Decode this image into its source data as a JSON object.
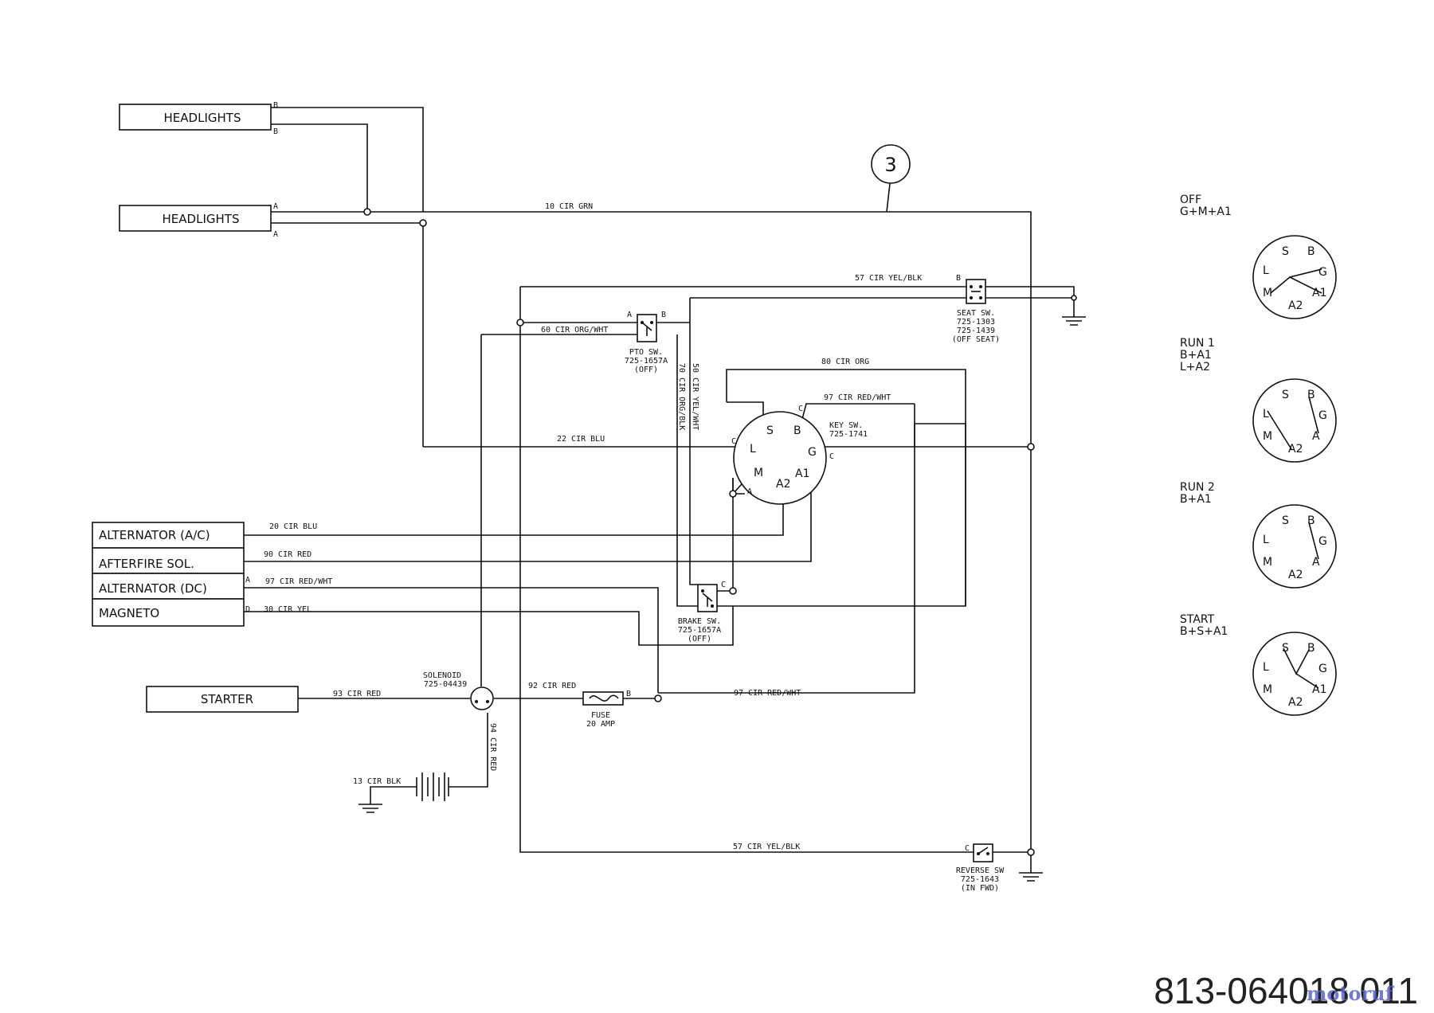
{
  "components": {
    "headlights_top": "HEADLIGHTS",
    "headlights_bottom": "HEADLIGHTS",
    "alternator_ac": "ALTERNATOR (A/C)",
    "afterfire_sol": "AFTERFIRE SOL.",
    "alternator_dc": "ALTERNATOR (DC)",
    "magneto": "MAGNETO",
    "starter": "STARTER"
  },
  "callout": "3",
  "wires": {
    "w10": "10 CIR GRN",
    "w57_top": "57 CIR YEL/BLK",
    "w60": "60 CIR ORG/WHT",
    "w80": "80 CIR ORG",
    "w97_key": "97 CIR RED/WHT",
    "w22": "22 CIR BLU",
    "w70": "70 CIR ORG/BLK",
    "w50": "50 CIR YEL/WHT",
    "w20": "20 CIR BLU",
    "w90": "90 CIR RED",
    "w97_alt": "97 CIR RED/WHT",
    "w30": "30 CIR YEL",
    "w93": "93 CIR RED",
    "w92": "92 CIR RED",
    "w97_fuse": "97 CIR RED/WHT",
    "w94": "94 CIR RED",
    "w13": "13 CIR BLK",
    "w57_bottom": "57 CIR YEL/BLK"
  },
  "parts": {
    "seat_sw": [
      "SEAT SW.",
      "725-1303",
      "725-1439",
      "(OFF SEAT)"
    ],
    "pto_sw": [
      "PTO SW.",
      "725-1657A",
      "(OFF)"
    ],
    "key_sw": [
      "KEY SW.",
      "725-1741"
    ],
    "brake_sw": [
      "BRAKE SW.",
      "725-1657A",
      "(OFF)"
    ],
    "solenoid": [
      "SOLENOID",
      "725-04439"
    ],
    "fuse": [
      "FUSE",
      "20 AMP"
    ],
    "reverse_sw": [
      "REVERSE SW",
      "725-1643",
      "(IN FWD)"
    ]
  },
  "pins": {
    "B": "B",
    "A": "A",
    "C": "C",
    "D": "D",
    "S": "S",
    "L": "L",
    "G": "G",
    "M": "M",
    "A1": "A1",
    "A2": "A2"
  },
  "key_states": [
    {
      "name": "OFF",
      "combo": [
        "G+M+A1"
      ]
    },
    {
      "name": "RUN 1",
      "combo": [
        "B+A1",
        "L+A2"
      ]
    },
    {
      "name": "RUN 2",
      "combo": [
        "B+A1"
      ]
    },
    {
      "name": "START",
      "combo": [
        "B+S+A1"
      ]
    }
  ],
  "part_number": "813-064018 011",
  "watermark": "motoruf"
}
